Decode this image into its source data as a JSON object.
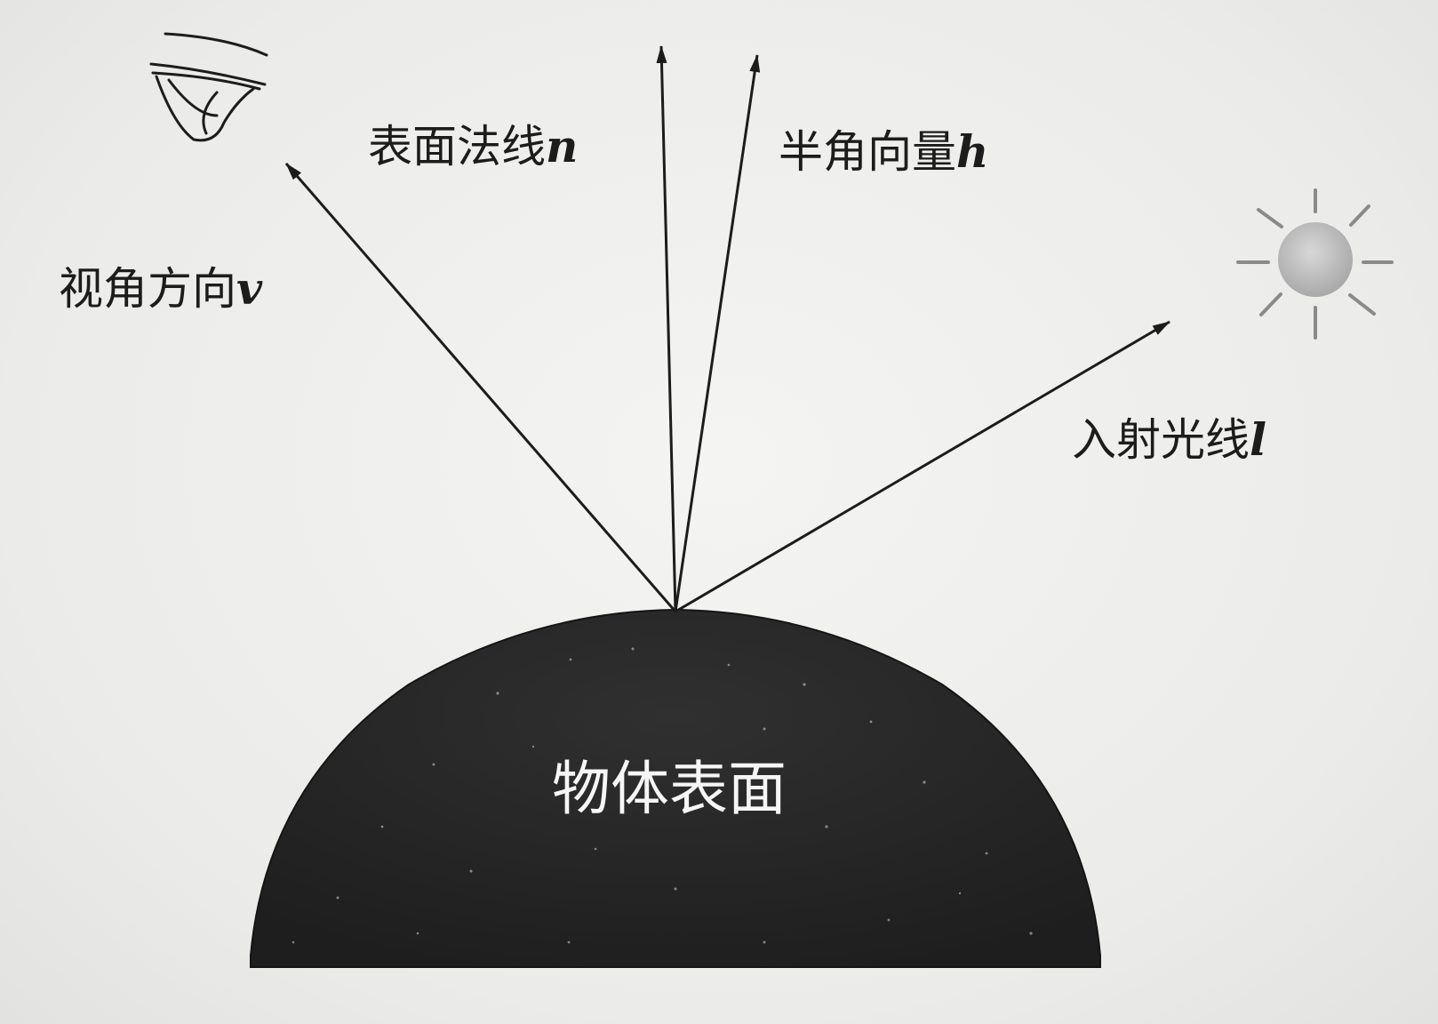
{
  "labels": {
    "view": {
      "text": "视角方向",
      "symbol": "v"
    },
    "normal": {
      "text": "表面法线",
      "symbol": "n"
    },
    "half": {
      "text": "半角向量",
      "symbol": "h"
    },
    "light": {
      "text": "入射光线",
      "symbol": "l"
    },
    "surface": "物体表面"
  },
  "icons": {
    "viewer": "eye-icon",
    "light_source": "sun-icon"
  },
  "colors": {
    "background": "#ededeb",
    "ink": "#1c1c1c",
    "surface": "#262626",
    "sun": "#b4b4b4"
  }
}
